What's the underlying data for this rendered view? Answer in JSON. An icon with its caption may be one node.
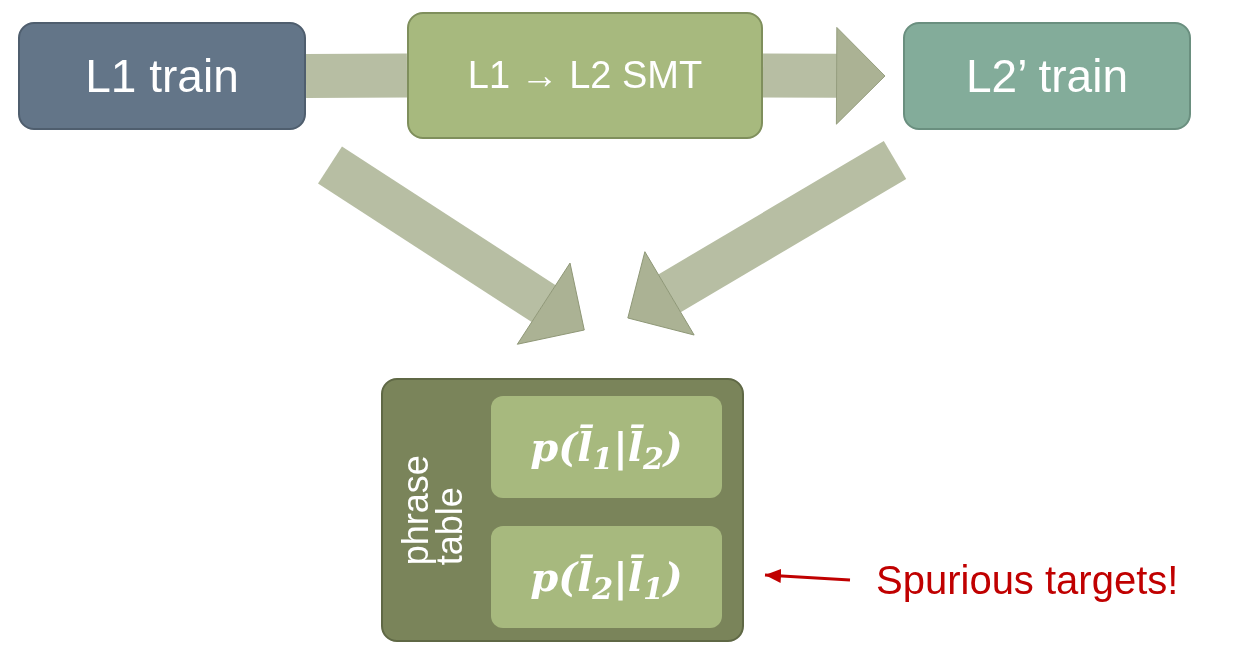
{
  "diagram": {
    "nodes": [
      {
        "text": [
          "L1 train"
        ]
      },
      {
        "text": [
          "L1 → L2 SMT"
        ]
      },
      {
        "text": [
          "L2’ train"
        ]
      },
      {
        "text": [
          "phrase table"
        ]
      },
      {
        "text": [
          "p(l̄$_{1}$|l̄$_{2}$)"
        ],
        "in": 3
      },
      {
        "text": [
          "p(l̄$_{2}$|l̄$_{1}$)"
        ],
        "in": 3
      },
      {
        "text": [
          "Spurious targets!"
        ]
      }
    ],
    "edges": [
      {
        "from": 0,
        "to": 1,
        "arrow": "none"
      },
      {
        "from": 1,
        "to": 2,
        "arrow": "to"
      },
      {
        "from": 0,
        "to": 3,
        "arrow": "to"
      },
      {
        "from": 2,
        "to": 3,
        "arrow": "to"
      },
      {
        "from": 6,
        "to": 5,
        "arrow": "to",
        "color": "#c00000"
      }
    ]
  }
}
